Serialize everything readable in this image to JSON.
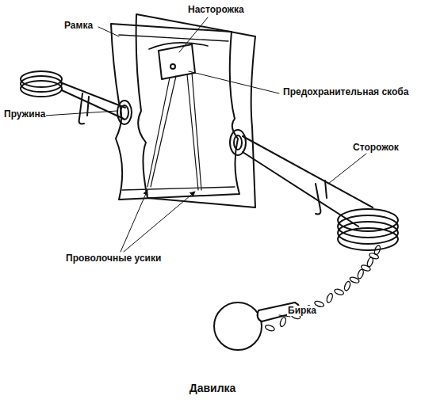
{
  "diagram": {
    "caption": "Давилка",
    "labels": [
      "Насторожка",
      "Рамка",
      "Предохранительная скоба",
      "Пружина",
      "Сторожок",
      "Проволочные усики",
      "Бирка"
    ]
  }
}
